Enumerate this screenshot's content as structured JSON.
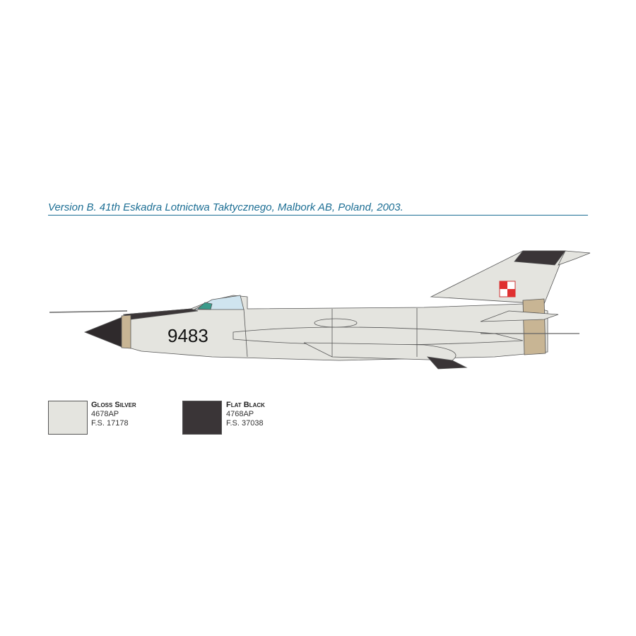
{
  "title": "Version B. 41th Eskadra Lotnictwa Taktycznego, Malbork AB, Poland, 2003.",
  "aircraft": {
    "serial": "9483"
  },
  "colors": [
    {
      "name": "Gloss Silver",
      "code": "4678AP",
      "fs": "F.S. 17178",
      "hex": "#e4e4df"
    },
    {
      "name": "Flat Black",
      "code": "4768AP",
      "fs": "F.S. 37038",
      "hex": "#3a3537"
    }
  ]
}
